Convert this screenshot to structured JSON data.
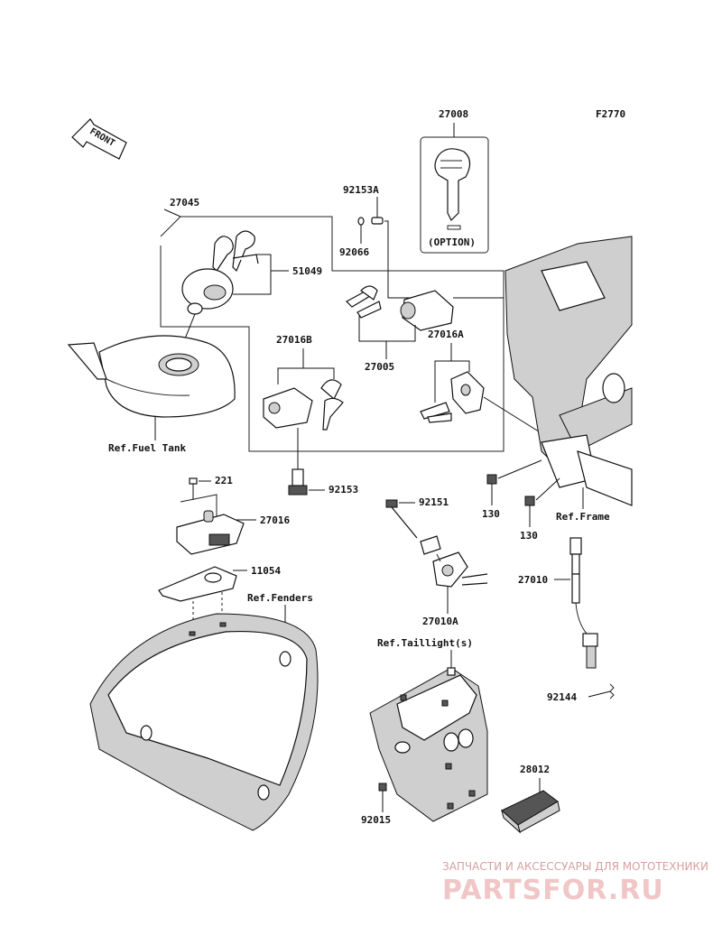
{
  "figure_code": "F2770",
  "front_label": "FRONT",
  "option_label": "(OPTION)",
  "part_numbers": {
    "p27008": "27008",
    "p27045": "27045",
    "p92153A": "92153A",
    "p92066": "92066",
    "p51049": "51049",
    "p27005": "27005",
    "p27016B": "27016B",
    "p27016A": "27016A",
    "p92153": "92153",
    "p221": "221",
    "p27016": "27016",
    "p11054": "11054",
    "p92151": "92151",
    "p130a": "130",
    "p130b": "130",
    "p27010": "27010",
    "p27010A": "27010A",
    "p92144": "92144",
    "p28012": "28012",
    "p92015": "92015"
  },
  "references": {
    "fuel_tank": "Ref.Fuel Tank",
    "frame": "Ref.Frame",
    "fenders": "Ref.Fenders",
    "taillights": "Ref.Taillight(s)"
  },
  "watermark": {
    "top": "ЗАПЧАСТИ И АКСЕССУАРЫ ДЛЯ МОТОТЕХНИКИ",
    "brand": "PARTSFOR.RU"
  }
}
